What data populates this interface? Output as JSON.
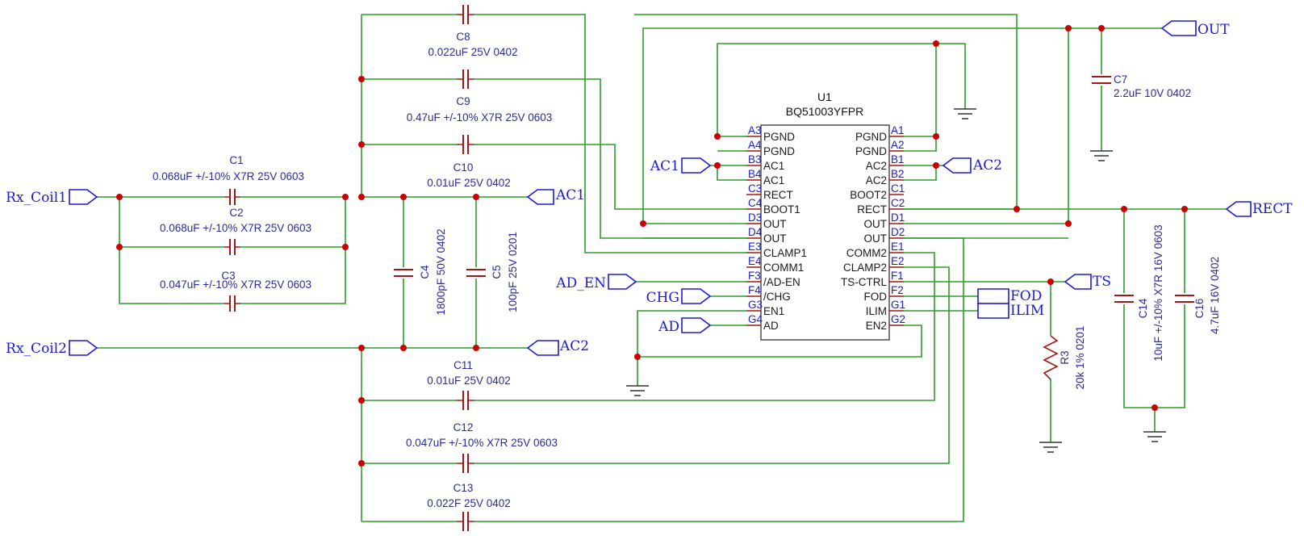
{
  "ic": {
    "ref": "U1",
    "part": "BQ51003YFPR"
  },
  "pins_left": [
    {
      "num": "A3",
      "name": "PGND"
    },
    {
      "num": "A4",
      "name": "PGND"
    },
    {
      "num": "B3",
      "name": "AC1"
    },
    {
      "num": "B4",
      "name": "AC1"
    },
    {
      "num": "C3",
      "name": "RECT"
    },
    {
      "num": "C4",
      "name": "BOOT1"
    },
    {
      "num": "D3",
      "name": "OUT"
    },
    {
      "num": "D4",
      "name": "OUT"
    },
    {
      "num": "E3",
      "name": "CLAMP1"
    },
    {
      "num": "E4",
      "name": "COMM1"
    },
    {
      "num": "F3",
      "name": "/AD-EN"
    },
    {
      "num": "F4",
      "name": "/CHG"
    },
    {
      "num": "G3",
      "name": "EN1"
    },
    {
      "num": "G4",
      "name": "AD"
    }
  ],
  "pins_right": [
    {
      "num": "A1",
      "name": "PGND"
    },
    {
      "num": "A2",
      "name": "PGND"
    },
    {
      "num": "B1",
      "name": "AC2"
    },
    {
      "num": "B2",
      "name": "AC2"
    },
    {
      "num": "C1",
      "name": "BOOT2"
    },
    {
      "num": "C2",
      "name": "RECT"
    },
    {
      "num": "D1",
      "name": "OUT"
    },
    {
      "num": "D2",
      "name": "OUT"
    },
    {
      "num": "E1",
      "name": "COMM2"
    },
    {
      "num": "E2",
      "name": "CLAMP2"
    },
    {
      "num": "F1",
      "name": "TS-CTRL"
    },
    {
      "num": "F2",
      "name": "FOD"
    },
    {
      "num": "G1",
      "name": "ILIM"
    },
    {
      "num": "G2",
      "name": "EN2"
    }
  ],
  "components": {
    "c1": {
      "ref": "C1",
      "value": "0.068uF +/-10% X7R 25V 0603"
    },
    "c2": {
      "ref": "C2",
      "value": "0.068uF +/-10% X7R 25V 0603"
    },
    "c3": {
      "ref": "C3",
      "value": "0.047uF +/-10% X7R 25V 0603"
    },
    "c4": {
      "ref": "C4",
      "value": "1800pF 50V 0402"
    },
    "c5": {
      "ref": "C5",
      "value": "100pF 25V 0201"
    },
    "c7": {
      "ref": "C7",
      "value": "2.2uF 10V 0402"
    },
    "c8": {
      "ref": "C8",
      "value": "0.022uF 25V 0402"
    },
    "c9": {
      "ref": "C9",
      "value": "0.47uF +/-10% X7R 25V 0603"
    },
    "c10": {
      "ref": "C10",
      "value": "0.01uF 25V 0402"
    },
    "c11": {
      "ref": "C11",
      "value": "0.01uF 25V 0402"
    },
    "c12": {
      "ref": "C12",
      "value": "0.047uF +/-10% X7R 25V 0603"
    },
    "c13": {
      "ref": "C13",
      "value": "0.022F 25V 0402"
    },
    "c14": {
      "ref": "C14",
      "value": "10uF +/-10% X7R 16V 0603"
    },
    "c16": {
      "ref": "C16",
      "value": "4.7uF 16V 0402"
    },
    "r3": {
      "ref": "R3",
      "value": "20k 1% 0201"
    }
  },
  "nets": {
    "rx_coil1": "Rx_Coil1",
    "rx_coil2": "Rx_Coil2",
    "ac1_a": "AC1",
    "ac1_b": "AC1",
    "ac2_a": "AC2",
    "ac2_b": "AC2",
    "ad_en": "AD_EN",
    "chg": "CHG",
    "ad": "AD",
    "out": "OUT",
    "rect": "RECT",
    "ts": "TS",
    "fod": "FOD",
    "ilim": "ILIM"
  },
  "colors": {
    "wire": "#2e9b2e",
    "part": "#a01818",
    "net_label": "#1b1bd6",
    "junction": "#cc0000"
  }
}
